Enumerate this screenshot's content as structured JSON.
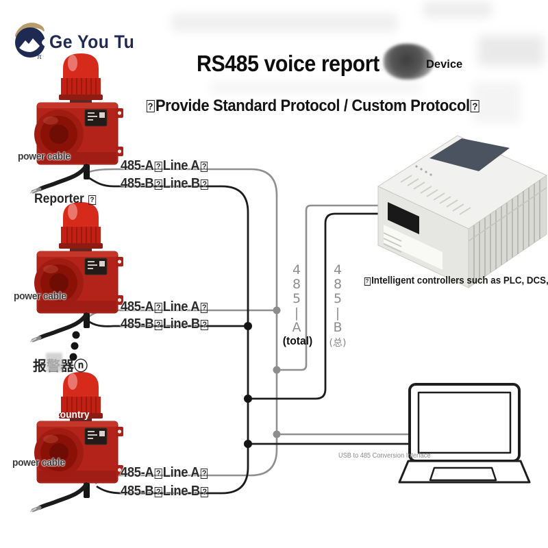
{
  "brand": {
    "logo_text": "Ge You Tu",
    "pi_mark": "π",
    "navy": "#1f2a52",
    "tan": "#b79d6b"
  },
  "header": {
    "title": "RS485 voice report",
    "device_label": "Device",
    "subtitle": "�Provide Standard Protocol / Custom Protocol�"
  },
  "wires": {
    "a_label": "485-A�Line A�",
    "b_label": "485-B�Line B�",
    "line_a_color": "#8f8f8f",
    "line_b_color": "#1c1c1c"
  },
  "devices": [
    {
      "power_label": "power cable"
    },
    {
      "power_label": "power cable",
      "caption": "Reporter �"
    },
    {
      "power_label": "power cable",
      "caption": "报警器ⓝ",
      "overlay_text": "country"
    }
  ],
  "bus": {
    "a_vertical": "4\n8\n5\n|\nA",
    "a_suffix": "(total)",
    "b_vertical": "4\n8\n5\n|\nB",
    "b_suffix": "(总)"
  },
  "plc": {
    "caption": "�Intelligent controllers such as PLC, DCS, etc.�"
  },
  "laptop": {
    "caption": "USB to 485 Conversion Interface"
  },
  "palette": {
    "alarm_red": "#b4231a",
    "beacon_red": "#d62a1d"
  }
}
